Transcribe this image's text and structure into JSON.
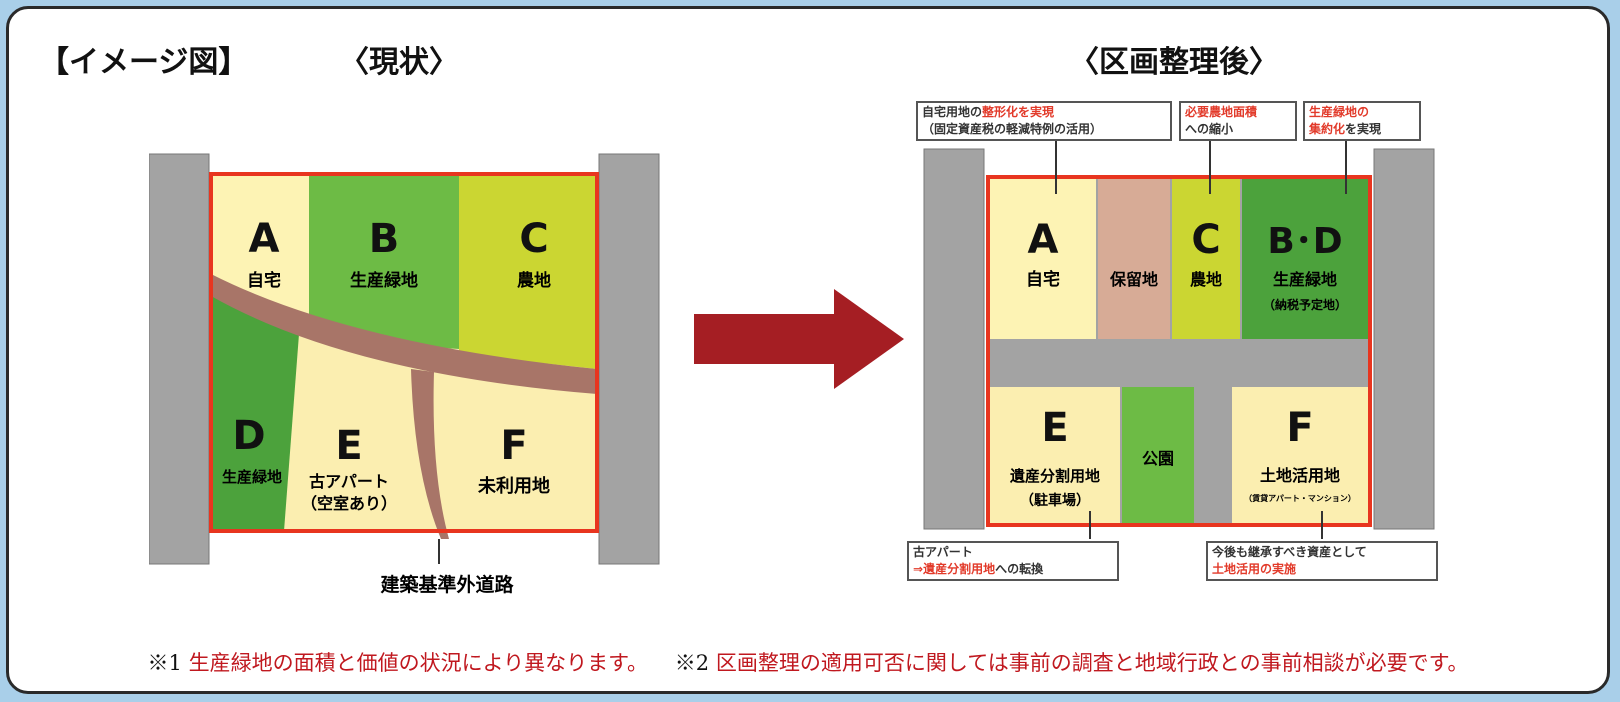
{
  "header": {
    "image_label": "【イメージ図】",
    "before_title": "〈現状〉",
    "after_title": "〈区画整理後〉"
  },
  "before": {
    "lots": [
      {
        "letter": "A",
        "use": "自宅"
      },
      {
        "letter": "B",
        "use": "生産緑地"
      },
      {
        "letter": "C",
        "use": "農地"
      },
      {
        "letter": "D",
        "use": "生産緑地"
      },
      {
        "letter": "E",
        "use": "古アパート",
        "note": "（空室あり）"
      },
      {
        "letter": "F",
        "use": "未利用地"
      }
    ],
    "road_label": "建築基準外道路"
  },
  "after": {
    "lots": [
      {
        "letter": "A",
        "use": "自宅"
      },
      {
        "letter": "",
        "use": "保留地"
      },
      {
        "letter": "C",
        "use": "農地"
      },
      {
        "letter": "B･D",
        "use": "生産緑地",
        "note": "（納税予定地）"
      },
      {
        "letter": "E",
        "use": "遺産分割用地",
        "note": "（駐車場）"
      },
      {
        "letter": "",
        "use": "公園"
      },
      {
        "letter": "F",
        "use": "土地活用地",
        "note": "（賃貸アパート・マンション）"
      }
    ],
    "callouts": {
      "c1_pre": "自宅用地の",
      "c1_red": "整形化を実現",
      "c1_line2": "（固定資産税の軽減特例の活用）",
      "c2_red": "必要農地面積",
      "c2_line2": "への縮小",
      "c3_red1": "生産緑地の",
      "c3_red2": "集約化",
      "c3_post": "を実現",
      "c4_line1": "古アパート",
      "c4_arrow": "⇒",
      "c4_red": "遺産分割用地",
      "c4_post": "への転換",
      "c5_line1": "今後も継承すべき資産として",
      "c5_red": "土地活用の実施"
    }
  },
  "notes": {
    "n1_mark": "※1",
    "n1_text": "生産緑地の面積と価値の状況により異なります。",
    "n2_mark": "※2",
    "n2_text": "区画整理の適用可否に関しては事前の調査と地域行政との事前相談が必要です。"
  },
  "colors": {
    "home": "#fdf3b4",
    "green_mid": "#6dbb45",
    "green_dark": "#4ca23c",
    "lime": "#cbd632",
    "pale": "#fbeeb0",
    "reserve": "#d7ab96",
    "road_gray": "#a3a3a3",
    "dirt_road": "#a87568",
    "boundary_red": "#e8351f",
    "arrow_red": "#a51e23"
  }
}
